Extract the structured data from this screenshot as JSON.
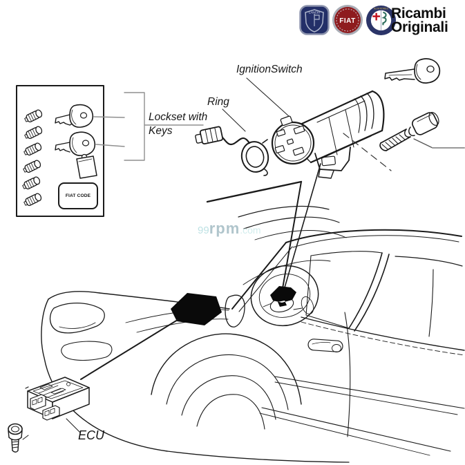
{
  "branding": {
    "name_line1": "Ricambi",
    "name_line2": "Originali",
    "logos": [
      {
        "id": "lancia",
        "label": "LANCIA"
      },
      {
        "id": "fiat",
        "label": "FIAT"
      },
      {
        "id": "alfa-romeo",
        "label": "ALFA ROMEO"
      }
    ]
  },
  "callouts": {
    "ignition_switch": "IgnitionSwitch",
    "ring": "Ring",
    "lockset_line1": "Lockset with",
    "lockset_line2": "Keys",
    "ecu": "ECU",
    "fiat_code": "FIAT CODE"
  },
  "watermark": {
    "prefix": "99",
    "middle": "rpm",
    "suffix": ".com"
  },
  "colors": {
    "line": "#1a1a1a",
    "pointer_gray": "#8f8f8f",
    "watermark_teal": "#a8d4d8",
    "lancia_blue": "#232f68",
    "fiat_red": "#8e1b1e",
    "alfa_serpent_green": "#2e6e5e",
    "alfa_cross_red": "#c1121f"
  },
  "diagram": {
    "depicted_parts": [
      "lock-barrels-x6",
      "key",
      "key-with-code-tag",
      "fiat-code-tag",
      "ignition-switch-assembly",
      "antenna-ring-with-connector",
      "spare-key",
      "shear-bolt",
      "ecu-control-unit",
      "ecu-mounting-bolt",
      "car-outline"
    ]
  }
}
